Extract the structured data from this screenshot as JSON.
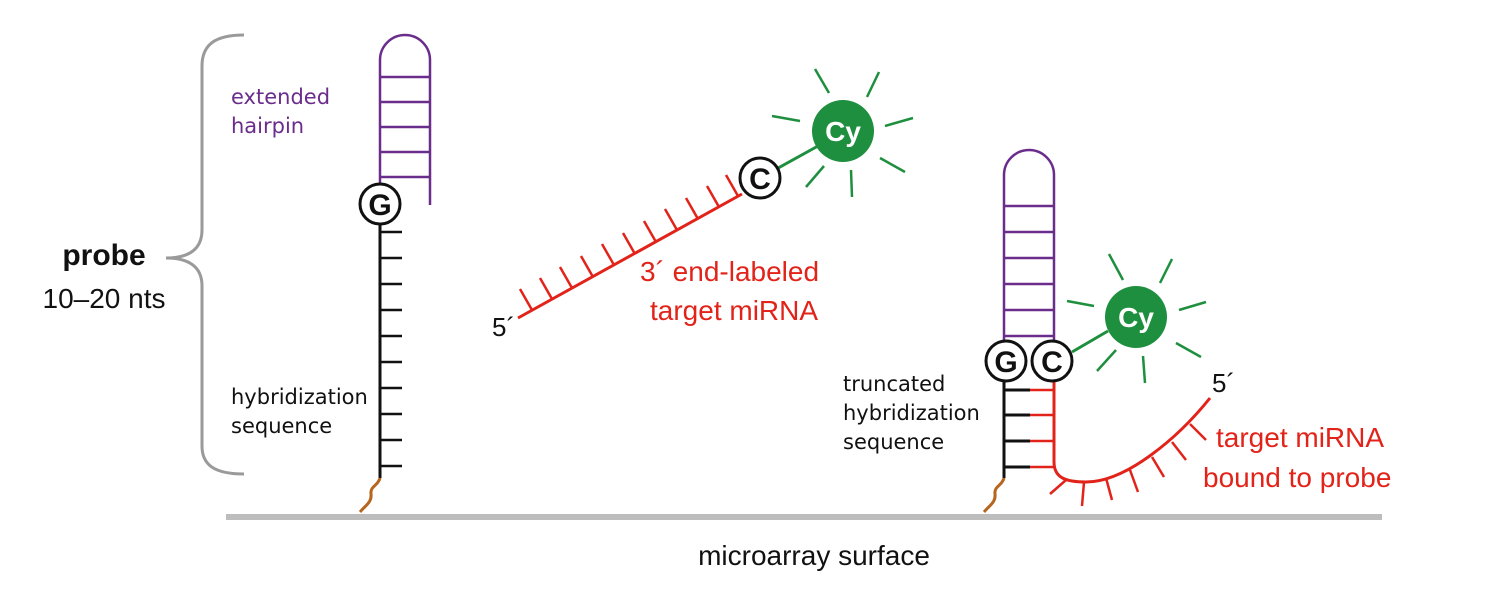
{
  "labels": {
    "probe_title": "probe",
    "probe_length": "10–20 nts",
    "extended_hairpin_line1": "extended",
    "extended_hairpin_line2": "hairpin",
    "hybridization_line1": "hybridization",
    "hybridization_line2": "sequence",
    "free_target_line1": "3´ end-labeled",
    "free_target_line2": "target miRNA",
    "five_prime_free": "5´",
    "five_prime_bound": "5´",
    "truncated_line1": "truncated",
    "truncated_line2": "hybridization",
    "truncated_line3": "sequence",
    "bound_target_line1": "target miRNA",
    "bound_target_line2": "bound to probe",
    "surface": "microarray surface"
  },
  "nucleotides": {
    "probe_base": "G",
    "free_label_base": "C",
    "bound_probe_base": "G",
    "bound_label_base": "C"
  },
  "dye": {
    "free": "Cy",
    "bound": "Cy"
  },
  "colors": {
    "hairpin": "#6b2d8c",
    "target_mirna": "#e2231a",
    "dye": "#1e8f3e",
    "linker": "#b5651d",
    "surface": "#bdbdbd",
    "brace": "#9a9a9a",
    "probe_strand": "#111111"
  }
}
